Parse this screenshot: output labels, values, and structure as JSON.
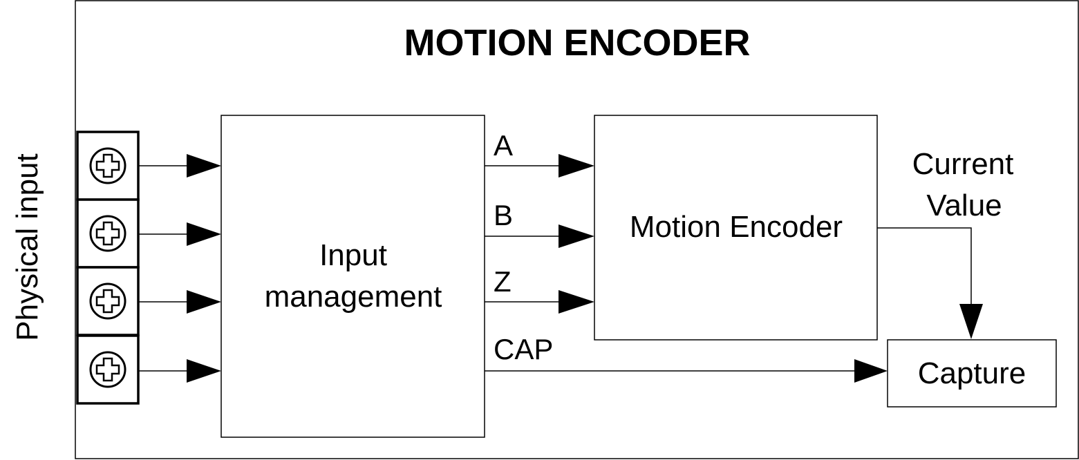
{
  "title": "MOTION ENCODER",
  "side_label": "Physical input",
  "input_block": {
    "line1": "Input",
    "line2": "management"
  },
  "encoder_block": {
    "label": "Motion Encoder"
  },
  "capture_block": {
    "label": "Capture"
  },
  "signals": {
    "a": "A",
    "b": "B",
    "z": "Z",
    "cap": "CAP"
  },
  "output_label": {
    "line1": "Current",
    "line2": "Value"
  },
  "terminals": [
    {
      "name": "terminal-1"
    },
    {
      "name": "terminal-2"
    },
    {
      "name": "terminal-3"
    },
    {
      "name": "terminal-4"
    }
  ],
  "colors": {
    "stroke": "#000000",
    "background": "#ffffff"
  },
  "icons": {
    "terminal": "screw-terminal-icon"
  }
}
